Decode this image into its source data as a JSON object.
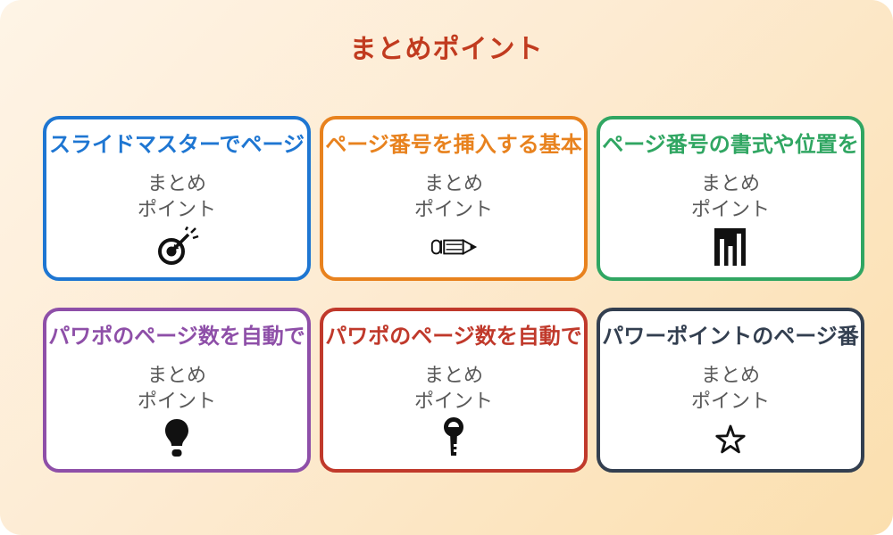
{
  "page": {
    "title": "まとめポイント",
    "title_color": "#c13b1f",
    "background_gradient": [
      "#fef4e6",
      "#fbdfae"
    ],
    "card_background": "#ffffff",
    "body_text_color": "#595959"
  },
  "cards": [
    {
      "title": "スライドマスターでページ",
      "accent_color": "#1e76d2",
      "body": [
        "まとめ",
        "ポイント"
      ],
      "icon": "target-icon"
    },
    {
      "title": "ページ番号を挿入する基本",
      "accent_color": "#e8821e",
      "body": [
        "まとめ",
        "ポイント"
      ],
      "icon": "pencil-icon"
    },
    {
      "title": "ページ番号の書式や位置を",
      "accent_color": "#30a662",
      "body": [
        "まとめ",
        "ポイント"
      ],
      "icon": "bar-chart-icon"
    },
    {
      "title": "パワポのページ数を自動で",
      "accent_color": "#8e4fa8",
      "body": [
        "まとめ",
        "ポイント"
      ],
      "icon": "lightbulb-icon"
    },
    {
      "title": "パワポのページ数を自動で",
      "accent_color": "#c0392b",
      "body": [
        "まとめ",
        "ポイント"
      ],
      "icon": "key-icon"
    },
    {
      "title": "パワーポイントのページ番",
      "accent_color": "#333f50",
      "body": [
        "まとめ",
        "ポイント"
      ],
      "icon": "star-icon"
    }
  ]
}
